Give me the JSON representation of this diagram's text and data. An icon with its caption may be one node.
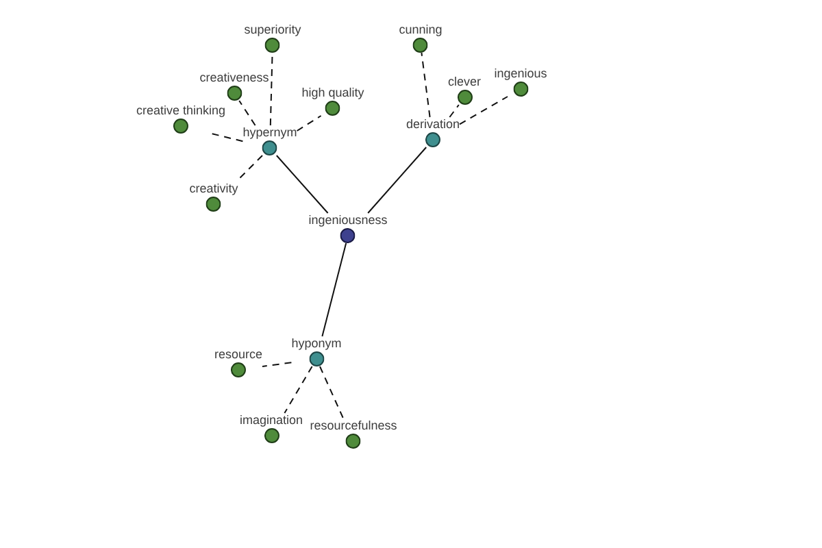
{
  "diagram": {
    "nodes": [
      {
        "text": [
          "superiority"
        ]
      },
      {
        "text": [
          "cunning"
        ]
      },
      {
        "text": [
          "creativeness"
        ]
      },
      {
        "text": [
          "ingenious"
        ]
      },
      {
        "text": [
          "clever"
        ]
      },
      {
        "text": [
          "high quality"
        ]
      },
      {
        "text": [
          "creative thinking"
        ]
      },
      {
        "text": [
          "derivation"
        ]
      },
      {
        "text": [
          "hypernym"
        ]
      },
      {
        "text": [
          "creativity"
        ]
      },
      {
        "text": [
          "ingeniousness"
        ]
      },
      {
        "text": [
          "hyponym"
        ]
      },
      {
        "text": [
          "resource"
        ]
      },
      {
        "text": [
          "imagination"
        ]
      },
      {
        "text": [
          "resourcefulness"
        ]
      }
    ],
    "edges": [
      {
        "from": 10,
        "to": 8,
        "arrow": "none"
      },
      {
        "from": 10,
        "to": 7,
        "arrow": "none"
      },
      {
        "from": 10,
        "to": 11,
        "arrow": "none"
      },
      {
        "from": 8,
        "to": 0,
        "arrow": "none",
        "style": "dashed"
      },
      {
        "from": 8,
        "to": 2,
        "arrow": "none",
        "style": "dashed"
      },
      {
        "from": 8,
        "to": 5,
        "arrow": "none",
        "style": "dashed"
      },
      {
        "from": 8,
        "to": 6,
        "arrow": "none",
        "style": "dashed"
      },
      {
        "from": 8,
        "to": 9,
        "arrow": "none",
        "style": "dashed"
      },
      {
        "from": 7,
        "to": 1,
        "arrow": "none",
        "style": "dashed"
      },
      {
        "from": 7,
        "to": 4,
        "arrow": "none",
        "style": "dashed"
      },
      {
        "from": 7,
        "to": 3,
        "arrow": "none",
        "style": "dashed"
      },
      {
        "from": 11,
        "to": 12,
        "arrow": "none",
        "style": "dashed"
      },
      {
        "from": 11,
        "to": 13,
        "arrow": "none",
        "style": "dashed"
      },
      {
        "from": 11,
        "to": 14,
        "arrow": "none",
        "style": "dashed"
      }
    ]
  }
}
